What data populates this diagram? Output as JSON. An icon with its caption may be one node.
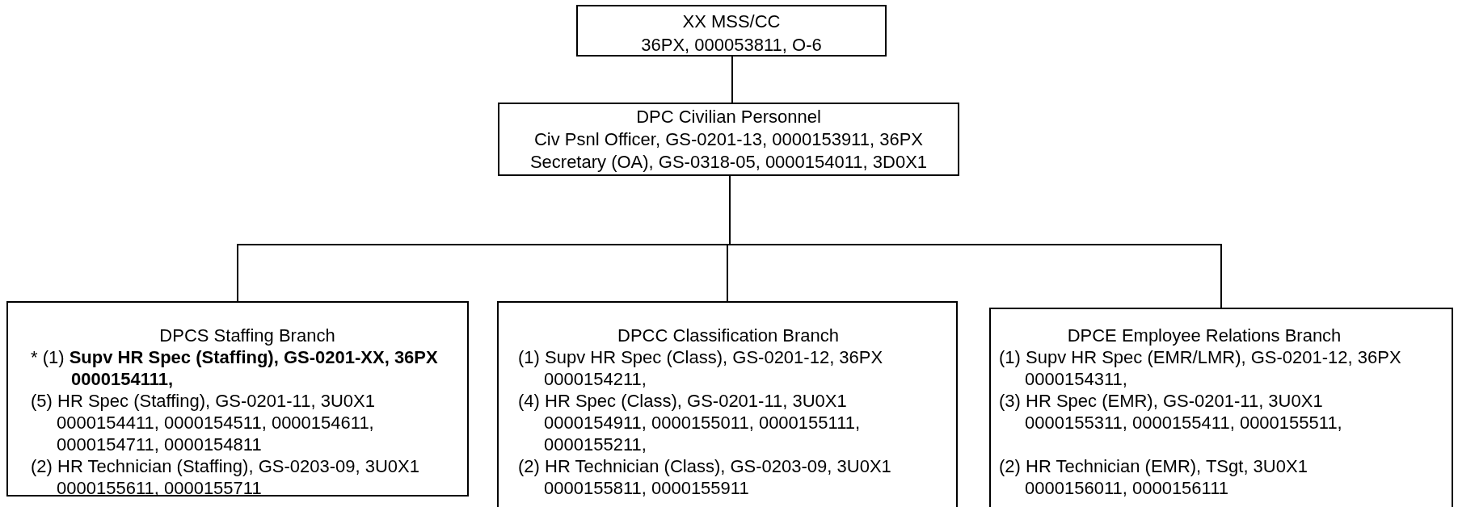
{
  "diagram": {
    "nodes": [
      {
        "text": [
          "XX MSS/CC",
          "36PX, 000053811, O-6"
        ]
      },
      {
        "text": [
          "DPC Civilian Personnel",
          "Civ Psnl Officer, GS-0201-13, 0000153911, 36PX",
          "Secretary (OA), GS-0318-05, 0000154011, 3D0X1"
        ]
      },
      {
        "text": [
          "DPCS Staffing Branch",
          "* (1) **Supv HR Spec (Staffing), GS-0201-XX, 36PX 0000154111,**",
          "(5) HR Spec (Staffing), GS-0201-11, 3U0X1 0000154411, 0000154511, 0000154611, 0000154711, 0000154811",
          "(2) HR Technician (Staffing), GS-0203-09, 3U0X1 0000155611, 0000155711"
        ]
      },
      {
        "text": [
          "DPCC Classification Branch",
          "(1) Supv HR Spec (Class), GS-0201-12, 36PX 0000154211,",
          "(4) HR Spec (Class), GS-0201-11, 3U0X1 0000154911, 0000155011, 0000155111, 0000155211,",
          "(2) HR Technician (Class), GS-0203-09, 3U0X1 0000155811, 0000155911"
        ]
      },
      {
        "text": [
          "DPCE Employee Relations Branch",
          "(1) Supv HR Spec (EMR/LMR), GS-0201-12, 36PX 0000154311,",
          "(3) HR Spec (EMR), GS-0201-11, 3U0X1 0000155311, 0000155411, 0000155511,",
          "(2) HR Technician (EMR), TSgt, 3U0X1 0000156011, 0000156111"
        ]
      }
    ],
    "edges": [
      {
        "from": 0,
        "to": 1,
        "arrow": "none"
      },
      {
        "from": 1,
        "to": 2,
        "arrow": "none"
      },
      {
        "from": 1,
        "to": 3,
        "arrow": "none"
      },
      {
        "from": 1,
        "to": 4,
        "arrow": "none"
      }
    ]
  }
}
